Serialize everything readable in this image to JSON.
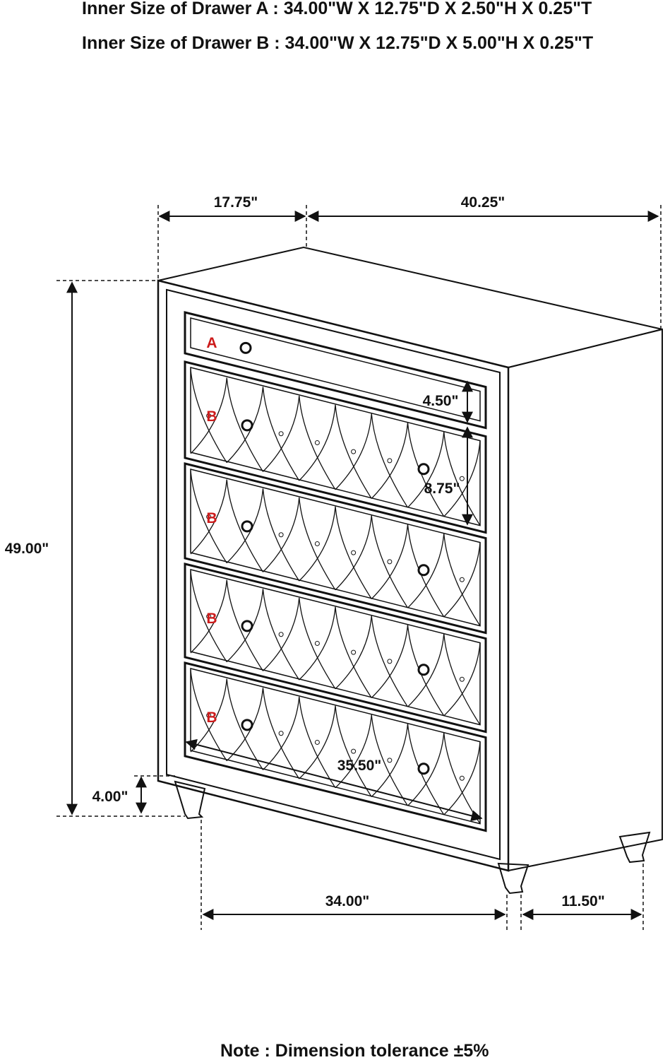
{
  "header": {
    "drawer_a": "Inner Size of Drawer A : 34.00\"W X 12.75\"D X 2.50\"H X 0.25\"T",
    "drawer_b": "Inner Size of Drawer B : 34.00\"W X 12.75\"D X 5.00\"H X 0.25\"T"
  },
  "dimensions": {
    "top_depth": "17.75\"",
    "top_width": "40.25\"",
    "height": "49.00\"",
    "drawer_a_height": "4.50\"",
    "drawer_b_height": "8.75\"",
    "drawer_diagonal": "35.50\"",
    "leg_height": "4.00\"",
    "bottom_width": "34.00\"",
    "bottom_depth": "11.50\""
  },
  "drawer_labels": [
    "A",
    "B",
    "B",
    "B",
    "B"
  ],
  "label_color": "#cc1a1a",
  "note": "Note : Dimension tolerance ±5%"
}
